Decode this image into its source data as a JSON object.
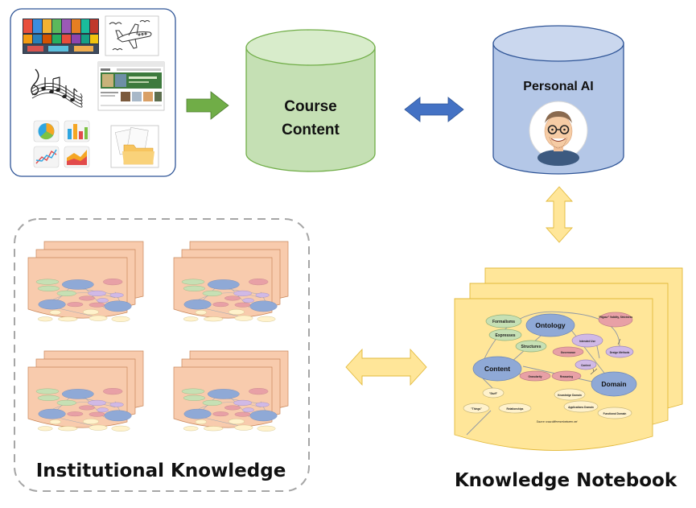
{
  "nodes": {
    "course_content": {
      "line1": "Course",
      "line2": "Content"
    },
    "personal_ai": {
      "label": "Personal AI"
    },
    "institutional_knowledge": {
      "label": "Institutional Knowledge"
    },
    "knowledge_notebook": {
      "label": "Knowledge Notebook"
    }
  },
  "concept_map": {
    "ontology": "Ontology",
    "content": "Content",
    "domain": "Domain",
    "formalisms": "Formalisms",
    "expresses": "Expresses",
    "structures": "Structures",
    "intended_use": "Intended Use",
    "governance": "Governance",
    "context": "Context",
    "granularity": "Granularity",
    "reasoning": "Reasoning",
    "rigour": "\"Rigour\" Validity, Strictness",
    "design_methods": "Design Methods",
    "stuff": "\"Stuff\"",
    "things": "\"Things\"",
    "relationships": "Relationships",
    "knowledge_domain": "Knowledge Domain",
    "applications_domain": "Applications Domain",
    "functional_domain": "Functional Domain",
    "source": "Source: www.differencebetween.net"
  },
  "colors": {
    "cylinder_green": "#c5e0b4",
    "cylinder_blue": "#b4c7e7",
    "arrow_green": "#70ad47",
    "arrow_blue": "#4472c4",
    "arrow_yellow": "#ffe699",
    "notebook_yellow": "#ffe699",
    "doc_orange": "#f8cbad"
  },
  "icons": [
    "book-covers-icon",
    "airplane-sketch-icon",
    "music-notes-icon",
    "webpage-screenshot-icon",
    "pie-chart-icon",
    "bar-chart-icon",
    "line-chart-icon",
    "area-chart-icon",
    "folder-documents-icon",
    "avatar-icon"
  ]
}
